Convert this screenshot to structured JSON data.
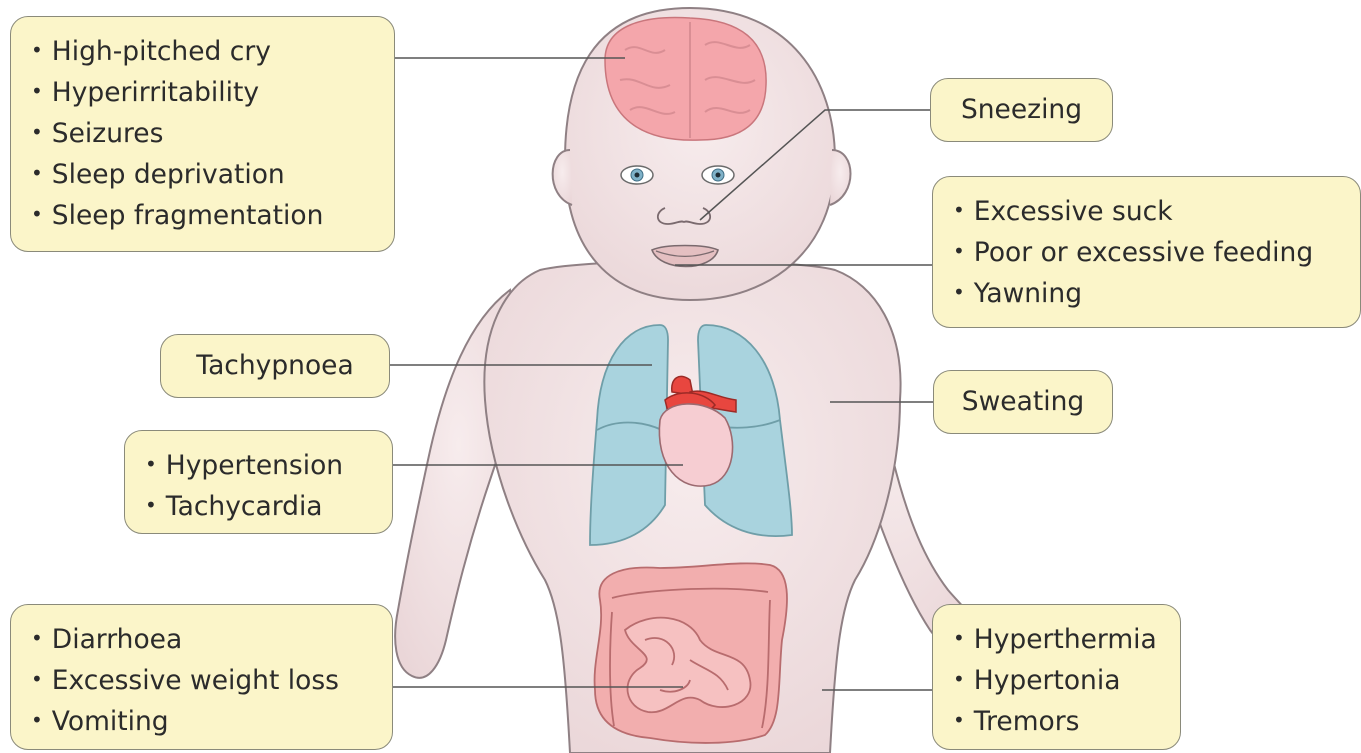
{
  "labels": {
    "brain": [
      "High-pitched cry",
      "Hyperirritability",
      "Seizures",
      "Sleep deprivation",
      "Sleep fragmentation"
    ],
    "nose": "Sneezing",
    "mouth": [
      "Excessive suck",
      "Poor or excessive feeding",
      "Yawning"
    ],
    "lungs": "Tachypnoea",
    "skin": "Sweating",
    "heart": [
      "Hypertension",
      "Tachycardia"
    ],
    "gut": [
      "Diarrhoea",
      "Excessive weight loss",
      "Vomiting"
    ],
    "body": [
      "Hyperthermia",
      "Hypertonia",
      "Tremors"
    ]
  },
  "colors": {
    "box_fill": "#fbf5c9",
    "box_border": "#8a8a7a",
    "skin": "#efdfe1",
    "brain": "#f4a6ab",
    "lungs": "#a9d3de",
    "heart": "#e8463f",
    "intestine": "#f2aeae"
  }
}
